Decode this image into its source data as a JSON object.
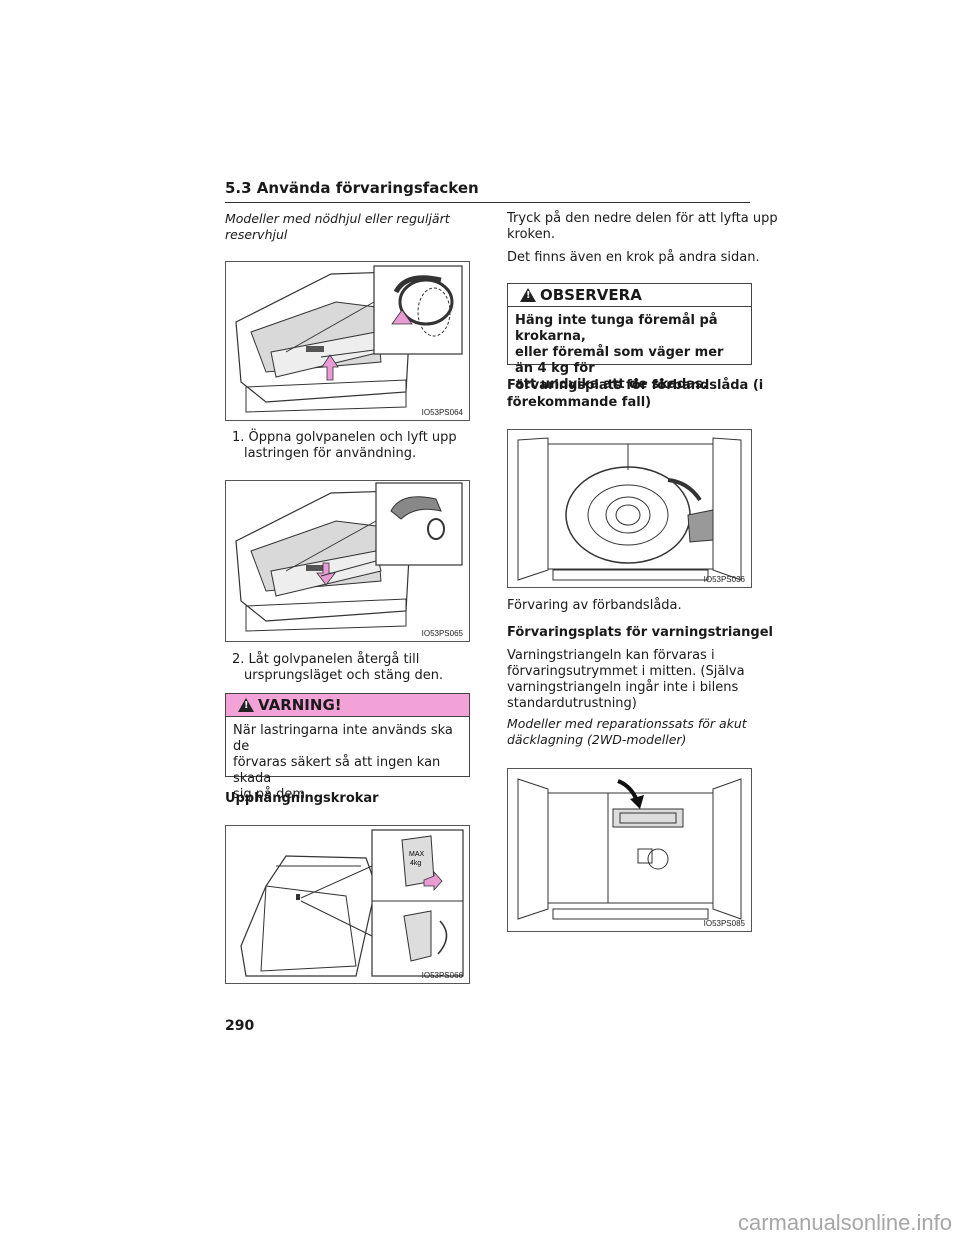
{
  "header": {
    "title": "5.3 Använda förvaringsfacken"
  },
  "left": {
    "intro_line1": "Modeller med nödhjul eller reguljärt",
    "intro_line2": "reservhjul",
    "fig1": "IO53PS064",
    "step1_num": "1.",
    "step1_line1": "Öppna golvpanelen och lyft upp",
    "step1_line2": "lastringen för användning.",
    "fig2": "IO53PS065",
    "step2_num": "2.",
    "step2_line1": "Låt golvpanelen återgå till",
    "step2_line2": "ursprungsläget och stäng den.",
    "warning": {
      "title": "VARNING!",
      "line1": "När lastringarna inte används ska de",
      "line2": "förvaras säkert så att ingen kan skada",
      "line3": "sig på dem."
    },
    "hooks_title": "Upphängningskrokar",
    "fig3": "IO53PS066",
    "fig3_max": "MAX",
    "fig3_kg": "4kg"
  },
  "right": {
    "p1_line1": "Tryck på den nedre delen för att lyfta upp",
    "p1_line2": "kroken.",
    "p2": "Det finns även en krok på andra sidan.",
    "notice": {
      "title": "OBSERVERA",
      "line1": "Häng inte tunga föremål på krokarna,",
      "line2": "eller föremål som väger mer än 4 kg för",
      "line3": "att undvika att de skadas."
    },
    "kit_title_line1": "Förvaringsplats för förbandslåda (i",
    "kit_title_line2": "förekommande fall)",
    "fig4": "IO53PS036",
    "kit_caption": "Förvaring av förbandslåda.",
    "tri_title": "Förvaringsplats för varningstriangel",
    "tri_line1": "Varningstriangeln kan förvaras i",
    "tri_line2": "förvaringsutrymmet i mitten. (Själva",
    "tri_line3": "varningstriangeln ingår inte i bilens",
    "tri_line4": "standardutrustning)",
    "rep_line1": "Modeller med reparationssats för akut",
    "rep_line2": "däcklagning (2WD-modeller)",
    "fig5": "IO53PS085"
  },
  "footer": {
    "page_number": "290",
    "watermark": "carmanualsonline.info"
  },
  "colors": {
    "warning_bg": "#f2a2d6",
    "arrow": "#e99bd3"
  }
}
